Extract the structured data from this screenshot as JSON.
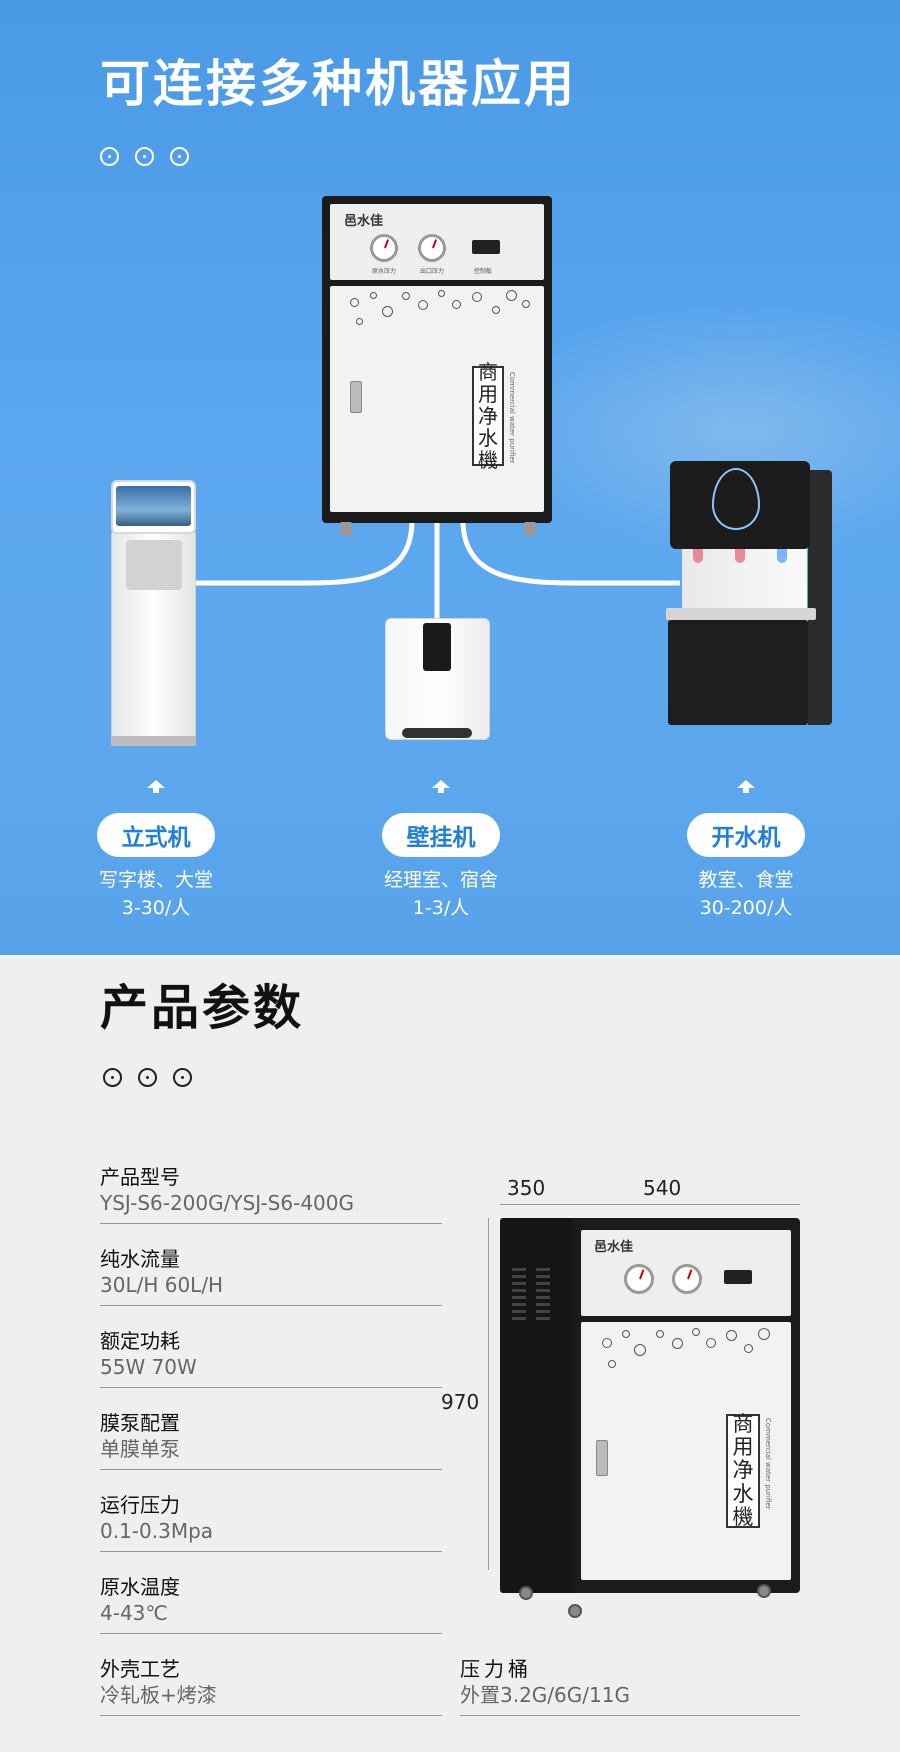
{
  "section1": {
    "title": "可连接多种机器应用",
    "purifier": {
      "brand": "邑水佳",
      "label_chars": [
        "商",
        "用",
        "净",
        "水",
        "機"
      ],
      "label_sub": "Commercial water purifier",
      "gauge_labels": [
        "原水压力",
        "出口压力",
        "控制板"
      ]
    },
    "machines": [
      {
        "name": "立式机",
        "place": "写字楼、大堂",
        "people": "3-30/人"
      },
      {
        "name": "壁挂机",
        "place": "经理室、宿舍",
        "people": "1-3/人"
      },
      {
        "name": "开水机",
        "place": "教室、食堂",
        "people": "30-200/人"
      }
    ],
    "colors": {
      "accent": "#1f7fdc",
      "background": "#5aa6ef"
    }
  },
  "section2": {
    "title": "产品参数",
    "specs": [
      {
        "key": "产品型号",
        "value": "YSJ-S6-200G/YSJ-S6-400G"
      },
      {
        "key": "纯水流量",
        "value": "30L/H   60L/H"
      },
      {
        "key": "额定功耗",
        "value": "55W   70W"
      },
      {
        "key": "膜泵配置",
        "value": "单膜单泵"
      },
      {
        "key": "运行压力",
        "value": "0.1-0.3Mpa"
      },
      {
        "key": "原水温度",
        "value": "4-43℃"
      },
      {
        "key": "外壳工艺",
        "value": "冷轧板+烤漆"
      }
    ],
    "extra_spec": {
      "key": "压力桶",
      "value": "外置3.2G/6G/11G"
    },
    "dimensions": {
      "depth": "350",
      "width": "540",
      "height": "970"
    },
    "purifier": {
      "brand": "邑水佳",
      "label_chars": [
        "商",
        "用",
        "净",
        "水",
        "機"
      ],
      "label_sub": "Commercial water purifier"
    }
  }
}
